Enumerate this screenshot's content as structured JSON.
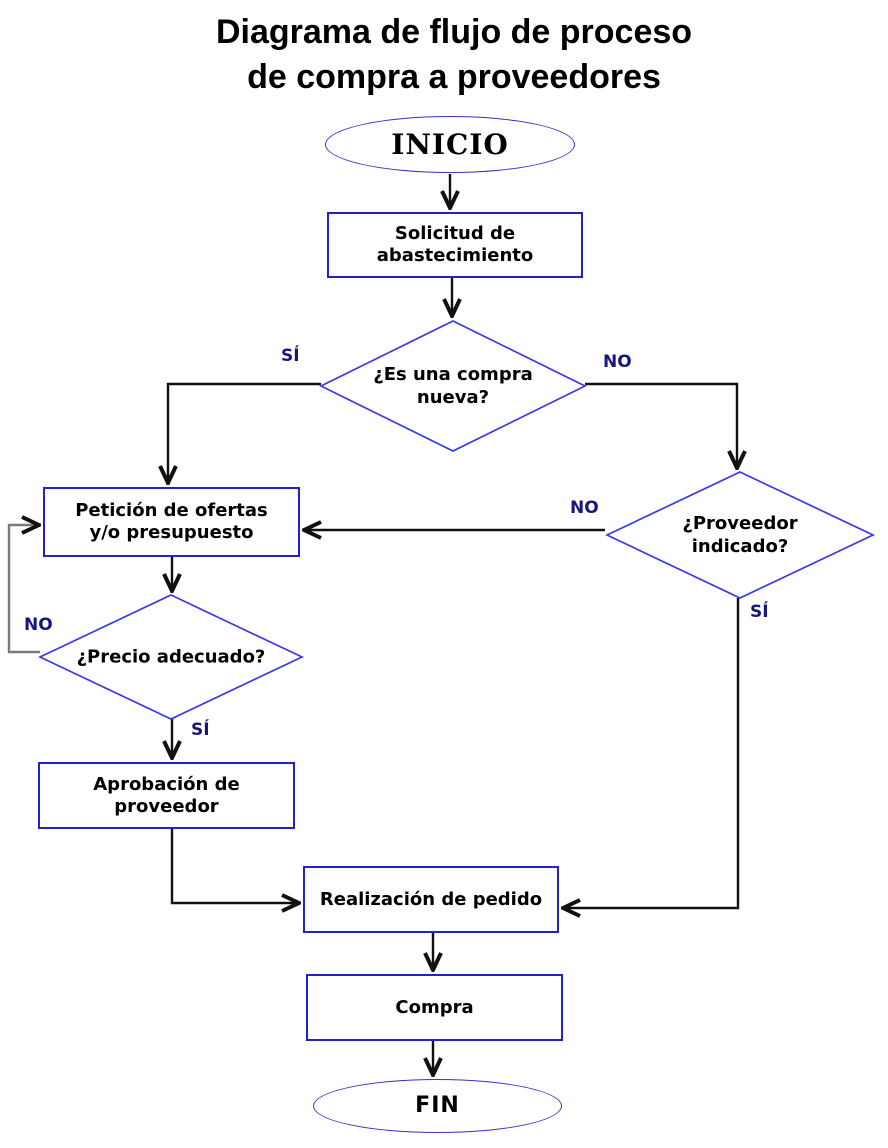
{
  "title": {
    "line1": "Diagrama de flujo de proceso",
    "line2": "de compra a proveedores"
  },
  "nodes": {
    "inicio": {
      "type": "terminator",
      "label": "INICIO"
    },
    "solicitud": {
      "type": "process",
      "label": "Solicitud de\nabastecimiento"
    },
    "compra_nueva": {
      "type": "decision",
      "label": "¿Es una compra\nnueva?"
    },
    "peticion": {
      "type": "process",
      "label": "Petición de ofertas\ny/o presupuesto"
    },
    "proveedor_indicado": {
      "type": "decision",
      "label": "¿Proveedor\nindicado?"
    },
    "precio_adecuado": {
      "type": "decision",
      "label": "¿Precio adecuado?"
    },
    "aprobacion": {
      "type": "process",
      "label": "Aprobación de\nproveedor"
    },
    "realizacion": {
      "type": "process",
      "label": "Realización de pedido"
    },
    "compra": {
      "type": "process",
      "label": "Compra"
    },
    "fin": {
      "type": "terminator",
      "label": "FIN"
    }
  },
  "branch_labels": {
    "compra_nueva_si": "SÍ",
    "compra_nueva_no": "NO",
    "proveedor_no": "NO",
    "proveedor_si": "SÍ",
    "precio_no": "NO",
    "precio_si": "SÍ"
  },
  "colors": {
    "shape_border": "#2222cc",
    "diamond_border": "#3a3ae8",
    "terminator_border": "#3333cc",
    "branch_label": "#16167e",
    "arrow": "#111111",
    "loop_line": "#7a7a7a",
    "title_text": "#000000",
    "node_text": "#000000"
  }
}
